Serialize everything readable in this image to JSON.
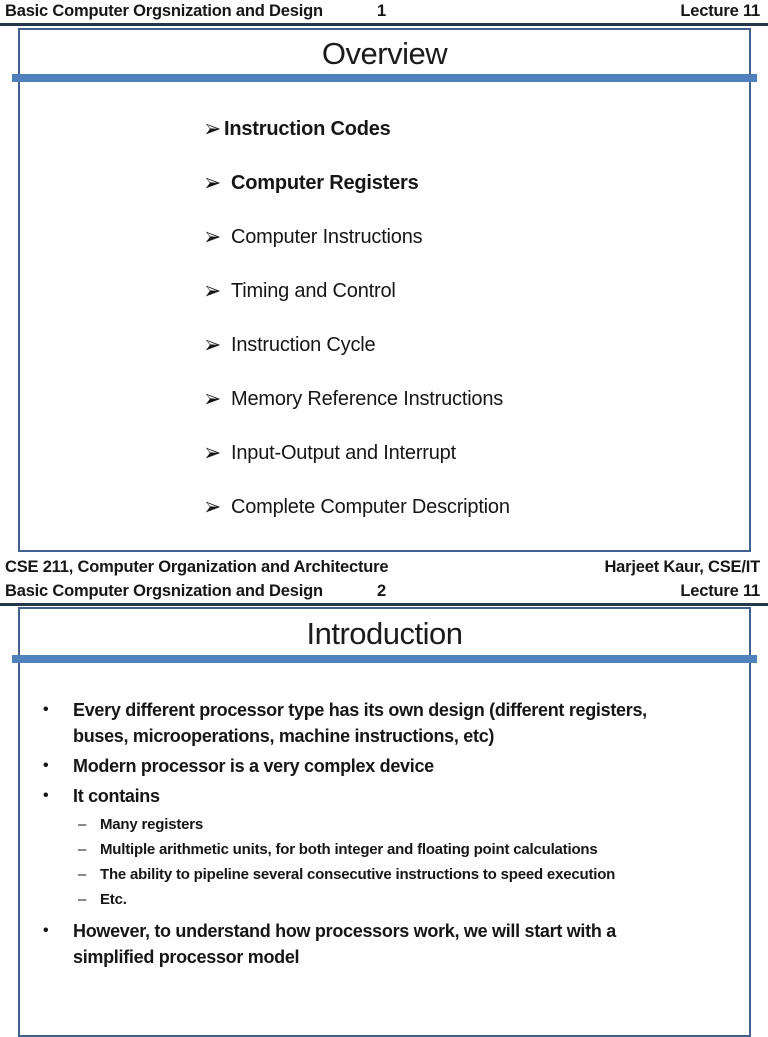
{
  "slide1": {
    "header": {
      "title": "Basic Computer Orgsnization and Design",
      "page": "1",
      "lecture": "Lecture 11"
    },
    "title": "Overview",
    "items": [
      "Instruction Codes",
      "Computer Registers",
      "Computer Instructions",
      "Timing and Control",
      "Instruction Cycle",
      "Memory Reference Instructions",
      "Input-Output and Interrupt",
      "Complete Computer Description"
    ],
    "footer": {
      "left": "CSE 211, Computer Organization and Architecture",
      "right": "Harjeet Kaur, CSE/IT"
    }
  },
  "slide2": {
    "header": {
      "title": "Basic Computer Orgsnization and Design",
      "page": "2",
      "lecture": "Lecture 11"
    },
    "title": "Introduction",
    "bullets": [
      {
        "marker": "•",
        "level": 1,
        "lines": [
          "Every different processor type has its own design (different registers,",
          "buses, microoperations, machine instructions, etc)"
        ]
      },
      {
        "marker": "•",
        "level": 1,
        "lines": [
          "Modern processor is a very complex device"
        ]
      },
      {
        "marker": "•",
        "level": 1,
        "lines": [
          "It contains"
        ]
      },
      {
        "marker": "–",
        "level": 2,
        "lines": [
          "Many registers"
        ]
      },
      {
        "marker": "–",
        "level": 2,
        "lines": [
          "Multiple arithmetic units, for both integer and floating point calculations"
        ]
      },
      {
        "marker": "–",
        "level": 2,
        "lines": [
          "The ability to pipeline several consecutive instructions to speed execution"
        ]
      },
      {
        "marker": "–",
        "level": 2,
        "lines": [
          "Etc."
        ]
      },
      {
        "marker": "•",
        "level": 1,
        "lines": [
          "However, to understand how processors work, we will start with a",
          "simplified processor model"
        ]
      }
    ]
  },
  "colors": {
    "accent_bar": "#4f81bd",
    "slide_border": "#41618e",
    "header_rule": "#24364a",
    "text": "#161616"
  }
}
